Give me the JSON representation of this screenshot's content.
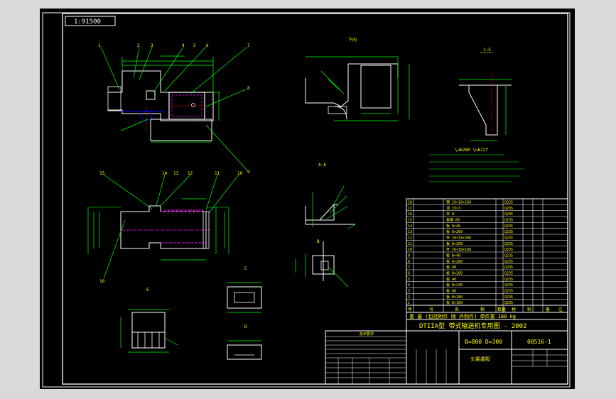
{
  "title_box": {
    "scale_label": "1:91500"
  },
  "drawing": {
    "title": "DTIIA型  带式输送机专用图 - 2002",
    "code": "00516-1",
    "spec": "B=800  D=300",
    "part_name": "头架装配",
    "weight_row": "重 量    (包括附件 除 外购件)    单件重   188 kg",
    "header_row": [
      "件",
      "号",
      "名",
      "称",
      "数量",
      "材",
      "料",
      "备",
      "注"
    ],
    "notes_title": "技术要求"
  },
  "views": {
    "top_right_label": "下向",
    "section_label": "A-A",
    "detail_label": "B",
    "view_c_label": "C",
    "view_d_label": "D"
  },
  "chart_data": {
    "type": "table",
    "bom_rows": [
      {
        "item": "18",
        "part": "",
        "name": "钢 16×18×160",
        "qty": "",
        "material": "Q235"
      },
      {
        "item": "17",
        "part": "",
        "name": "顶 15×3",
        "qty": "",
        "material": "Q235"
      },
      {
        "item": "16",
        "part": "",
        "name": "杆 8",
        "qty": "",
        "material": "Q235"
      },
      {
        "item": "15",
        "part": "",
        "name": "角钢 60",
        "qty": "",
        "material": "Q235"
      },
      {
        "item": "14",
        "part": "",
        "name": "板 8×40",
        "qty": "",
        "material": "Q235"
      },
      {
        "item": "13",
        "part": "",
        "name": "板 8×260",
        "qty": "",
        "material": "Q235"
      },
      {
        "item": "12",
        "part": "",
        "name": "杆 16×18×260",
        "qty": "",
        "material": "Q235"
      },
      {
        "item": "11",
        "part": "",
        "name": "板 8×260",
        "qty": "",
        "material": "Q235"
      },
      {
        "item": "10",
        "part": "",
        "name": "杆 16×18×160",
        "qty": "",
        "material": "Q235"
      },
      {
        "item": "9",
        "part": "",
        "name": "板 8×40",
        "qty": "",
        "material": "Q235"
      },
      {
        "item": "8",
        "part": "",
        "name": "板 8×260",
        "qty": "",
        "material": "Q235"
      },
      {
        "item": "7",
        "part": "",
        "name": "板 40",
        "qty": "",
        "material": "Q235"
      },
      {
        "item": "6",
        "part": "",
        "name": "板 8×260",
        "qty": "",
        "material": "Q235"
      },
      {
        "item": "5",
        "part": "",
        "name": "板 40",
        "qty": "",
        "material": "Q235"
      },
      {
        "item": "4",
        "part": "",
        "name": "板 8×240",
        "qty": "",
        "material": "Q235"
      },
      {
        "item": "3",
        "part": "",
        "name": "板 60",
        "qty": "",
        "material": "Q235"
      },
      {
        "item": "2",
        "part": "",
        "name": "板 8×180",
        "qty": "",
        "material": "Q235"
      },
      {
        "item": "1",
        "part": "",
        "name": "板 8×160",
        "qty": "",
        "material": "Q235"
      }
    ]
  },
  "colors": {
    "frame": "#ffffff",
    "geometry": "#ffffff",
    "dimension": "#00ff00",
    "leader": "#00ff00",
    "hidden": "#ff00ff",
    "text": "#ffff00",
    "center": "#ff0000"
  }
}
